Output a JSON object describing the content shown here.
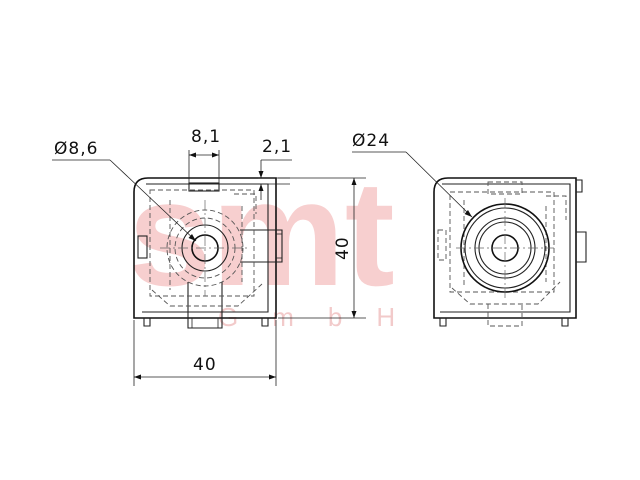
{
  "drawing": {
    "dimensions": {
      "hole_diameter": "Ø8,6",
      "slot_width": "8,1",
      "wall_offset": "2,1",
      "height": "40",
      "width": "40",
      "outer_diameter": "Ø24"
    },
    "watermark": {
      "logo": "smt",
      "subtitle": "GmbH"
    },
    "colors": {
      "watermark": "#f2b8b8",
      "line": "#222222"
    }
  }
}
